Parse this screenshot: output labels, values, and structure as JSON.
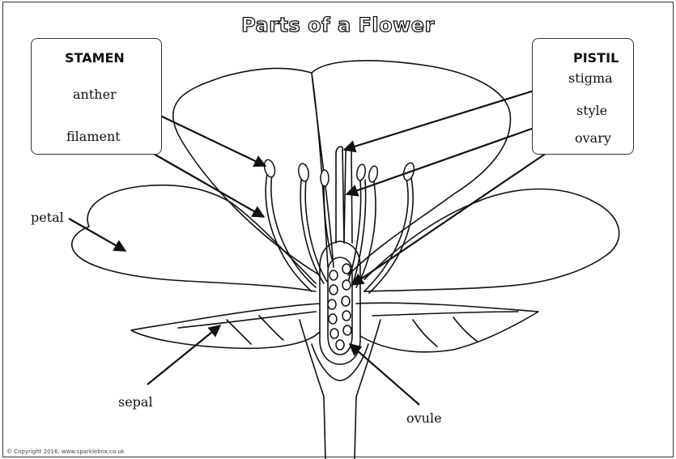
{
  "title": "Parts of a Flower",
  "stamen_box": {
    "heading": "STAMEN",
    "labels": [
      "anther",
      "filament"
    ]
  },
  "pistil_box": {
    "heading": "PISTIL",
    "labels": [
      "stigma",
      "style",
      "ovary"
    ]
  },
  "labels": {
    "petal": "petal",
    "sepal": "sepal",
    "ovule": "ovule"
  },
  "copyright": "© Copyright 2016, www.sparklebox.co.uk",
  "colors": {
    "line": "#111111",
    "background": "#ffffff"
  }
}
